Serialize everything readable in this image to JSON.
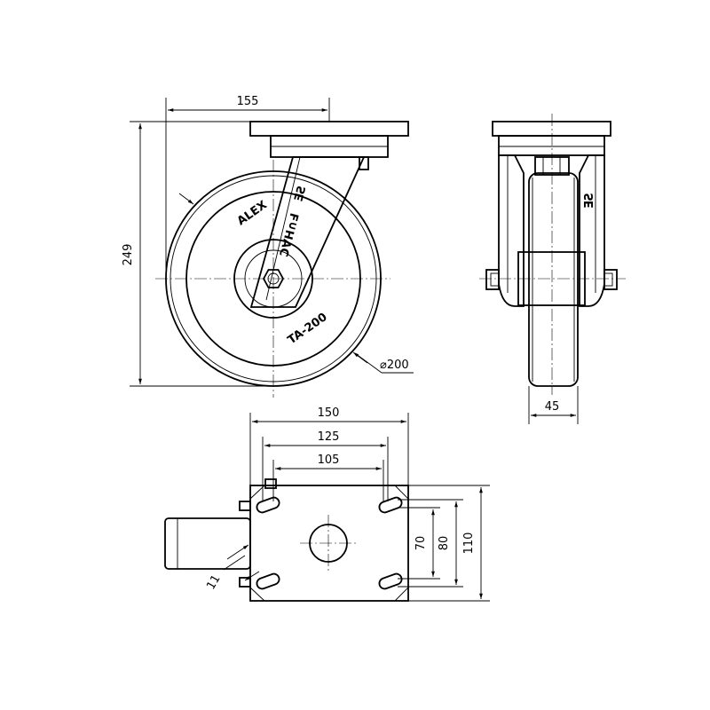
{
  "dimensions": {
    "top_width": "155",
    "height": "249",
    "wheel_diameter": "⌀200",
    "wheel_width": "45",
    "plate_width": "150",
    "hole_spacing_outer": "125",
    "hole_spacing_inner": "105",
    "hole_spacing_v_inner": "70",
    "hole_spacing_v_outer": "80",
    "plate_depth": "110",
    "slot_width": "11"
  },
  "wheel_labels": {
    "brand": "ALEX",
    "model": "TA-200"
  },
  "colors": {
    "line": "#000000",
    "background": "#ffffff"
  }
}
